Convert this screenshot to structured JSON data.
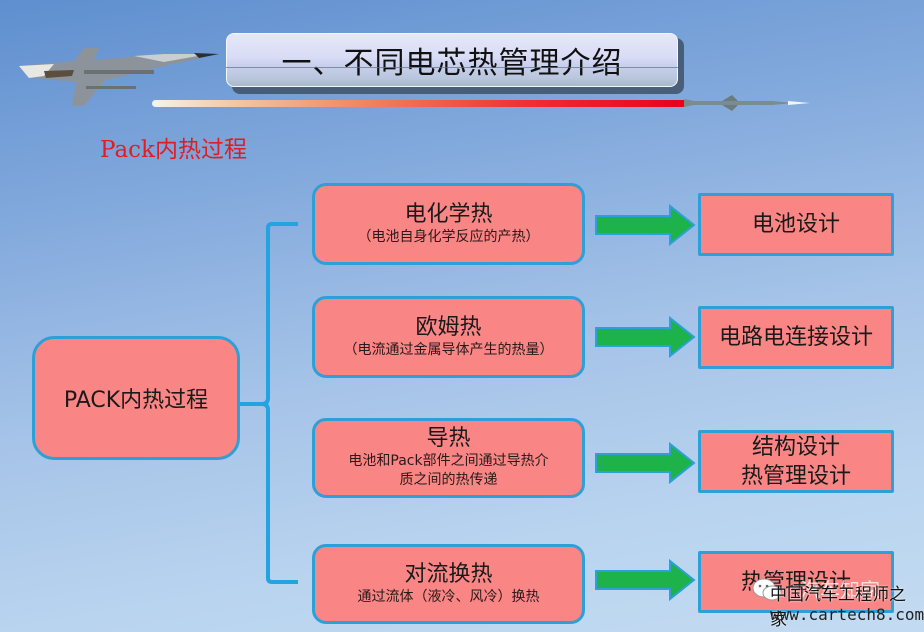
{
  "slide": {
    "title": "一、不同电芯热管理介绍",
    "subtitle": "Pack内热过程",
    "colors": {
      "node_fill": "#f98585",
      "node_border": "#2ea0d8",
      "arrow": "#1db24a",
      "subtitle": "#e31b23"
    }
  },
  "diagram": {
    "root": "PACK内热过程",
    "categories": [
      {
        "title": "电化学热",
        "desc": "（电池自身化学反应的产热）",
        "result": [
          "电池设计"
        ]
      },
      {
        "title": "欧姆热",
        "desc": "（电流通过金属导体产生的热量）",
        "result": [
          "电路电连接设计"
        ]
      },
      {
        "title": "导热",
        "desc": "电池和Pack部件之间通过导热介质之间的热传递",
        "desc_lines": [
          "电池和Pack部件之间通过导热介",
          "质之间的热传递"
        ],
        "result": [
          "结构设计",
          "热管理设计"
        ]
      },
      {
        "title": "对流换热",
        "desc": "通过流体（液冷、风冷）换热",
        "result": [
          "热管理设计"
        ]
      }
    ]
  },
  "watermark": {
    "ghost_text": "汽车知家",
    "site_name": "中国汽车工程师之家",
    "url": "www.cartech8.com"
  },
  "icons": [
    "fighter-jet-image",
    "missile-image",
    "wechat-icon",
    "arrow-right-icon",
    "bracket-connector"
  ]
}
